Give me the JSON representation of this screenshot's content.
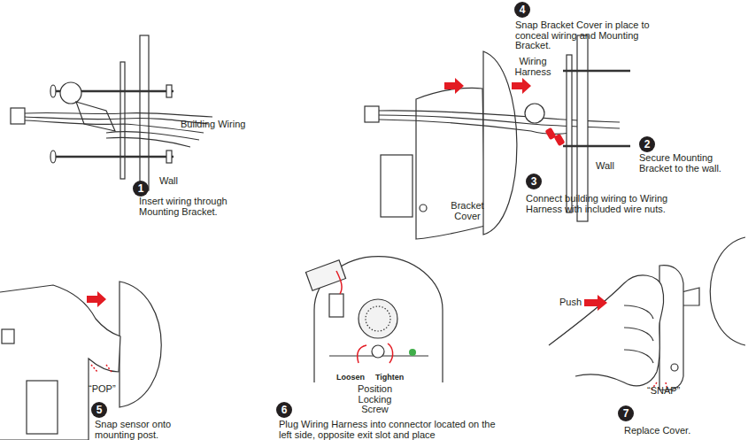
{
  "diagram": {
    "nodes": [
      {
        "text": [
          "1"
        ]
      },
      {
        "text": [
          "2"
        ]
      },
      {
        "text": [
          "3"
        ]
      },
      {
        "text": [
          "4"
        ]
      },
      {
        "text": [
          "5"
        ]
      },
      {
        "text": [
          "6"
        ]
      },
      {
        "text": [
          "7"
        ]
      }
    ],
    "labels": [
      "Insert wiring through Mounting Bracket.",
      "Building Wiring",
      "Wall",
      "Snap Bracket Cover in place to conceal wiring and Mounting Bracket.",
      "Wiring Harness",
      "Secure Mounting Bracket to the wall.",
      "Wall",
      "Connect building wiring to Wiring Harness with included wire nuts.",
      "Bracket Cover",
      "“POP”",
      "Snap sensor onto mounting post.",
      "Loosen",
      "Tighten",
      "Position Locking Screw",
      "Plug Wiring Harness into connector located on the left side, opposite exit slot and place",
      "Push",
      "“SNAP”",
      "Replace Cover."
    ]
  }
}
